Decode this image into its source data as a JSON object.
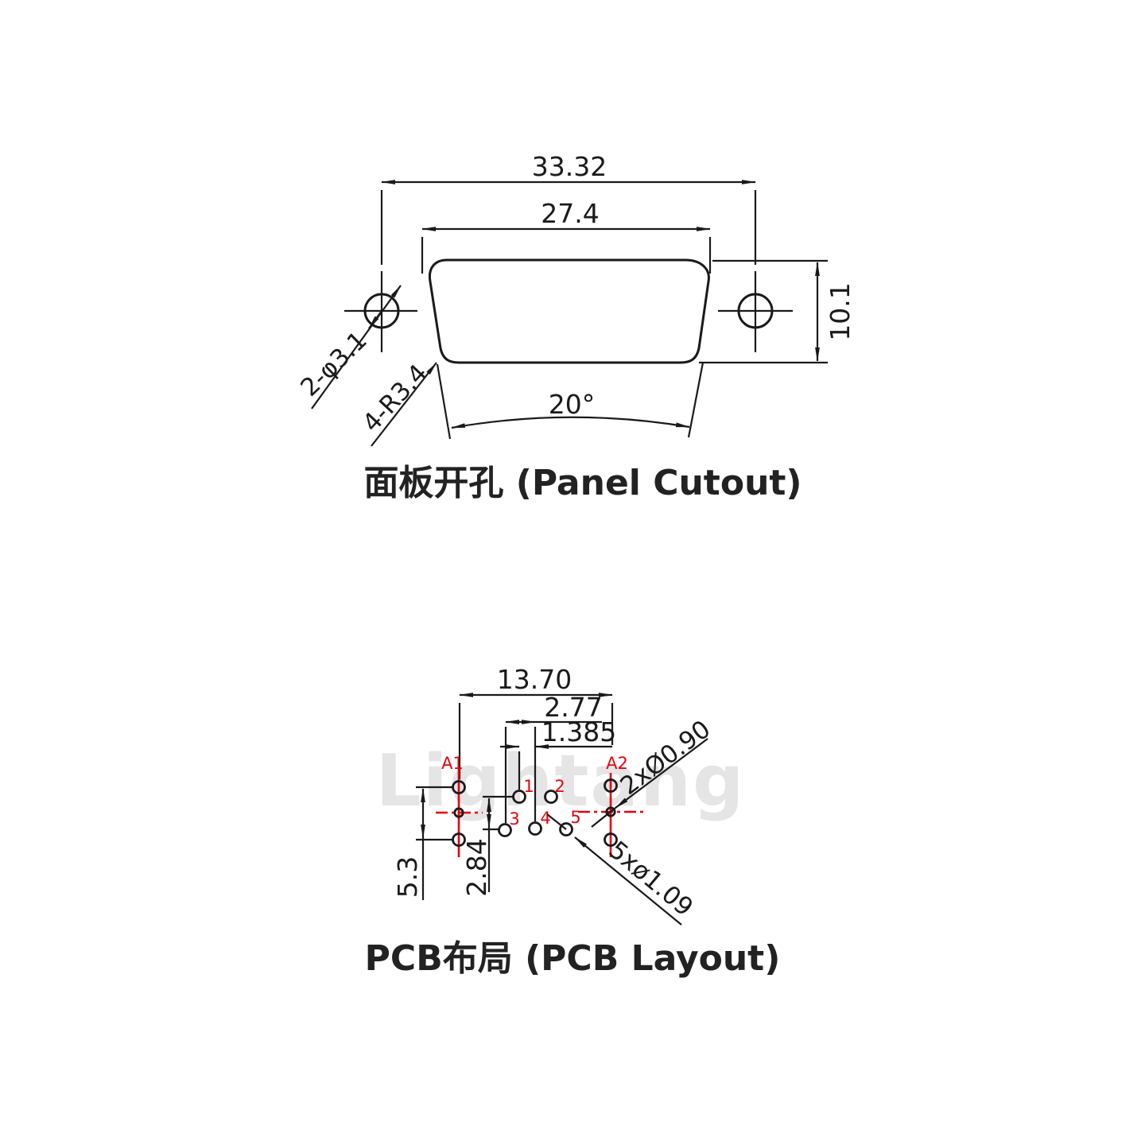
{
  "colors": {
    "line": "#1a1a1a",
    "accent_red": "#e8000a",
    "watermark_gray": "#e5e5e5",
    "background": "#ffffff"
  },
  "watermark": {
    "text": "Lightang"
  },
  "panel_cutout": {
    "caption": "面板开孔 (Panel Cutout)",
    "dimensions": {
      "mount_hole_span": "33.32",
      "cutout_width": "27.4",
      "cutout_height": "10.1",
      "taper_angle": "20°",
      "mount_holes": "2-φ3.1",
      "corner_radius": "4-R3.4"
    }
  },
  "pcb_layout": {
    "caption": "PCB布局 (PCB Layout)",
    "dimensions": {
      "mount_pad_span": "13.70",
      "pin_pitch": "2.77",
      "row_offset": "1.385",
      "mount_pad_height": "5.3",
      "row_spacing": "2.84",
      "coax_hole_note": "2xØ0.90",
      "pin_hole_note": "5xø1.09"
    },
    "pads": {
      "a1": "A1",
      "a2": "A2",
      "pins": [
        "1",
        "2",
        "3",
        "4",
        "5"
      ]
    }
  }
}
